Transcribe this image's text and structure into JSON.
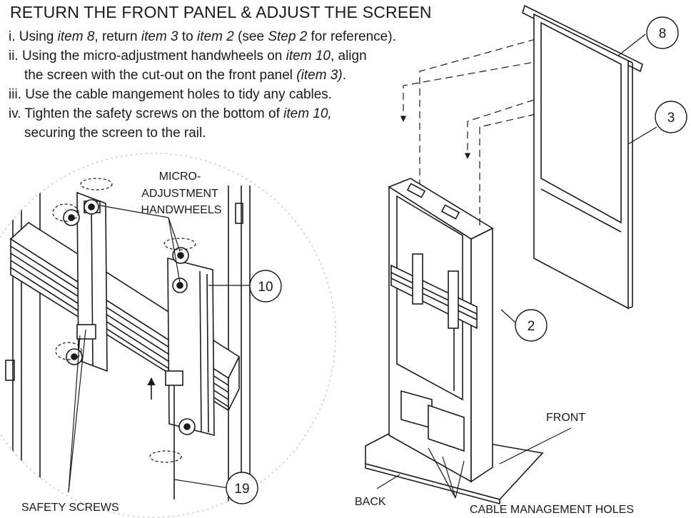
{
  "title": "RETURN THE FRONT PANEL & ADJUST THE SCREEN",
  "steps": [
    {
      "line1": [
        {
          "t": "i. Using ",
          "i": false
        },
        {
          "t": "item 8",
          "i": true
        },
        {
          "t": ", return ",
          "i": false
        },
        {
          "t": "item 3",
          "i": true
        },
        {
          "t": " to ",
          "i": false
        },
        {
          "t": "item 2",
          "i": true
        },
        {
          "t": " (see ",
          "i": false
        },
        {
          "t": "Step 2",
          "i": true
        },
        {
          "t": " for reference).",
          "i": false
        }
      ]
    },
    {
      "line1": [
        {
          "t": "ii. Using the micro-adjustment handwheels on ",
          "i": false
        },
        {
          "t": "item 10",
          "i": true
        },
        {
          "t": ", align",
          "i": false
        }
      ],
      "line2": [
        {
          "t": "the screen with the cut-out on the front panel ",
          "i": false
        },
        {
          "t": "(item 3)",
          "i": true
        },
        {
          "t": ".",
          "i": false
        }
      ]
    },
    {
      "line1": [
        {
          "t": "iii. Use the cable mangement holes to tidy any cables.",
          "i": false
        }
      ]
    },
    {
      "line1": [
        {
          "t": "iv. Tighten the safety screws on the bottom of ",
          "i": false
        },
        {
          "t": "item 10,",
          "i": true
        }
      ],
      "line2": [
        {
          "t": "securing the screen to the rail.",
          "i": false
        }
      ]
    }
  ],
  "labels": {
    "handwheels_1": "MICRO-",
    "handwheels_2": "ADJUSTMENT",
    "handwheels_3": "HANDWHEELS",
    "safety_screws": "SAFETY SCREWS",
    "front": "FRONT",
    "back": "BACK",
    "cable_holes": "CABLE MANAGEMENT HOLES"
  },
  "callouts": {
    "item8": "8",
    "item3": "3",
    "item2": "2",
    "item10": "10",
    "item19": "19"
  }
}
